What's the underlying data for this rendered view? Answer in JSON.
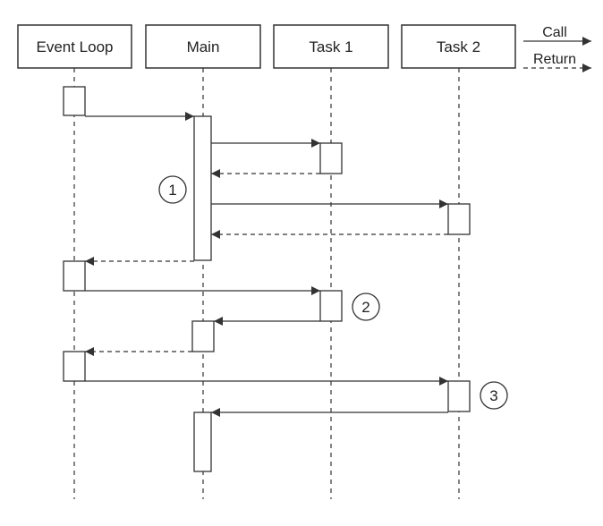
{
  "participants": [
    {
      "id": "event-loop",
      "label": "Event Loop"
    },
    {
      "id": "main",
      "label": "Main"
    },
    {
      "id": "task-1",
      "label": "Task 1"
    },
    {
      "id": "task-2",
      "label": "Task 2"
    }
  ],
  "legend": {
    "call_label": "Call",
    "return_label": "Return"
  },
  "markers": [
    "1",
    "2",
    "3"
  ],
  "messages": [
    {
      "kind": "call",
      "from": "event-loop",
      "to": "main"
    },
    {
      "kind": "call",
      "from": "main",
      "to": "task-1"
    },
    {
      "kind": "return",
      "from": "task-1",
      "to": "main"
    },
    {
      "kind": "call",
      "from": "main",
      "to": "task-2"
    },
    {
      "kind": "return",
      "from": "task-2",
      "to": "main"
    },
    {
      "kind": "return",
      "from": "main",
      "to": "event-loop"
    },
    {
      "kind": "call",
      "from": "event-loop",
      "to": "task-1"
    },
    {
      "kind": "call",
      "from": "task-1",
      "to": "main"
    },
    {
      "kind": "return",
      "from": "main",
      "to": "event-loop"
    },
    {
      "kind": "call",
      "from": "event-loop",
      "to": "task-2"
    },
    {
      "kind": "call",
      "from": "task-2",
      "to": "main"
    }
  ],
  "colors": {
    "stroke": "#333333",
    "background": "#ffffff"
  }
}
